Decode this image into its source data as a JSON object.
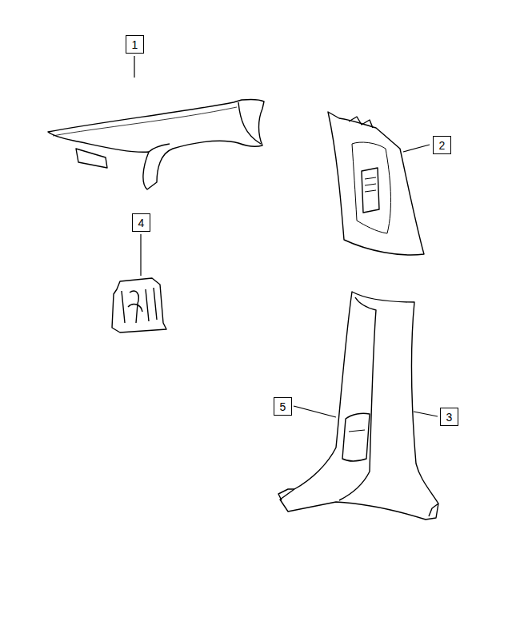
{
  "diagram": {
    "labels": [
      "1",
      "2",
      "4",
      "5",
      "3"
    ]
  }
}
